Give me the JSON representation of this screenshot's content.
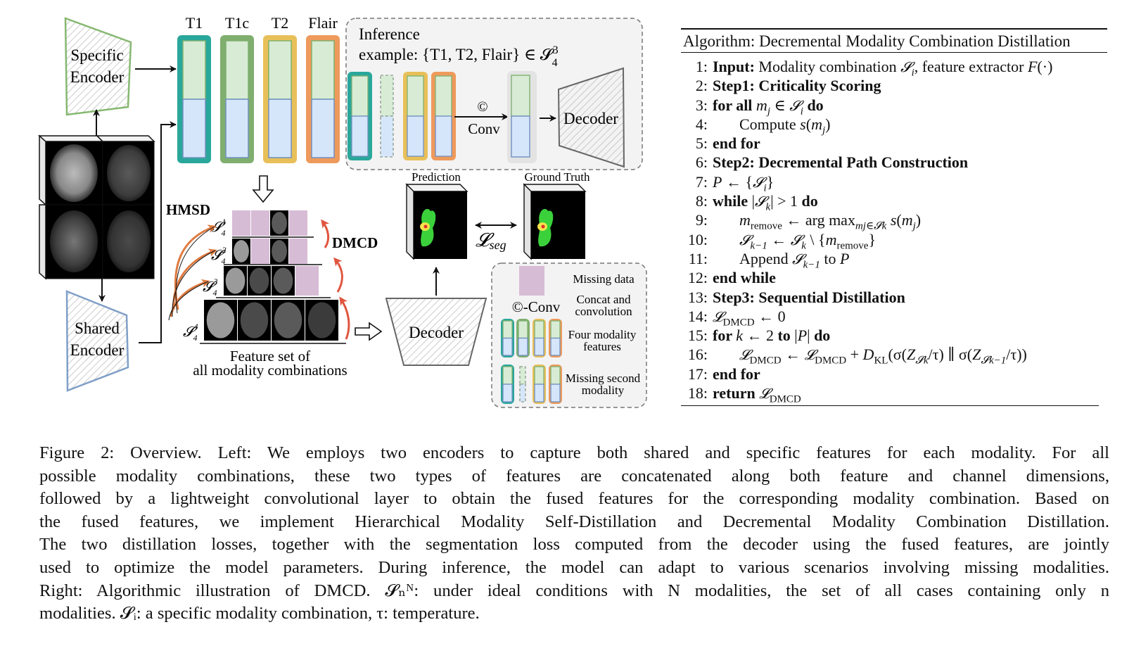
{
  "figure": {
    "encoders": {
      "specific_label_line1": "Specific",
      "specific_label_line2": "Encoder",
      "shared_label_line1": "Shared",
      "shared_label_line2": "Encoder"
    },
    "modalities": [
      "T1",
      "T1c",
      "T2",
      "Flair"
    ],
    "modality_colors": {
      "T1": "#2aa79b",
      "T1c": "#7fae6e",
      "T2": "#e8c05a",
      "Flair": "#ee9a5c"
    },
    "feature_colors": {
      "specific": "#d8ecd5",
      "shared": "#d6e6fa",
      "specific_border": "#7fb070",
      "shared_border": "#7090c0",
      "missing": "#d7bcd6"
    },
    "inference": {
      "line1": "Inference",
      "line2": "example: {T1, T2, Flair} ∈ 𝓢",
      "set_sup": "3",
      "set_sub": "4",
      "conv_symbol": "©",
      "conv_label": "Conv",
      "decoder_label": "Decoder"
    },
    "hmsd_label": "HMSD",
    "dmcd_label": "DMCD",
    "pyramid_levels": [
      {
        "set": "𝓢",
        "sup": "1",
        "sub": "4",
        "present": [
          false,
          false,
          true,
          false
        ]
      },
      {
        "set": "𝓢",
        "sup": "2",
        "sub": "4",
        "present": [
          true,
          false,
          true,
          false
        ]
      },
      {
        "set": "𝓢",
        "sup": "3",
        "sub": "4",
        "present": [
          true,
          true,
          true,
          false
        ]
      },
      {
        "set": "𝓢",
        "sup": "4",
        "sub": "4",
        "present": [
          true,
          true,
          true,
          true
        ]
      }
    ],
    "feature_set_line1": "Feature set of",
    "feature_set_line2": "all modality combinations",
    "decoder_label": "Decoder",
    "prediction_label": "Prediction",
    "ground_truth_label": "Ground Truth",
    "loss_label": "𝓛",
    "loss_sub": "seg",
    "legend": {
      "missing_data": "Missing data",
      "conv_symbol": "©-Conv",
      "concat_line1": "Concat and",
      "concat_line2": "convolution",
      "four_line1": "Four modality",
      "four_line2": "features",
      "missing_second_line1": "Missing second",
      "missing_second_line2": "modality"
    }
  },
  "algorithm": {
    "title": "Algorithm: Decremental Modality Combination Distillation",
    "lines": [
      {
        "num": "1:",
        "indent": 0,
        "parts": [
          {
            "t": "Input:",
            "s": "kw"
          },
          {
            "t": " Modality combination ",
            "s": ""
          },
          {
            "t": "𝓢",
            "s": "cal"
          },
          {
            "t": "i",
            "s": "sub-m"
          },
          {
            "t": ", feature extractor ",
            "s": ""
          },
          {
            "t": "F",
            "s": "m"
          },
          {
            "t": "(·)",
            "s": ""
          }
        ]
      },
      {
        "num": "2:",
        "indent": 0,
        "parts": [
          {
            "t": "Step1: Criticality Scoring",
            "s": "kw"
          }
        ]
      },
      {
        "num": "3:",
        "indent": 0,
        "parts": [
          {
            "t": "for all ",
            "s": "kw"
          },
          {
            "t": "m",
            "s": "m"
          },
          {
            "t": "j",
            "s": "sub-m"
          },
          {
            "t": " ∈ ",
            "s": ""
          },
          {
            "t": "𝓢",
            "s": "cal"
          },
          {
            "t": "i",
            "s": "sub-m"
          },
          {
            "t": " do",
            "s": "kw"
          }
        ]
      },
      {
        "num": "4:",
        "indent": 1,
        "parts": [
          {
            "t": "Compute ",
            "s": ""
          },
          {
            "t": "s",
            "s": "m"
          },
          {
            "t": "(",
            "s": ""
          },
          {
            "t": "m",
            "s": "m"
          },
          {
            "t": "j",
            "s": "sub-m"
          },
          {
            "t": ")",
            "s": ""
          }
        ]
      },
      {
        "num": "5:",
        "indent": 0,
        "parts": [
          {
            "t": "end for",
            "s": "kw"
          }
        ]
      },
      {
        "num": "6:",
        "indent": 0,
        "parts": [
          {
            "t": "Step2: Decremental Path Construction",
            "s": "kw"
          }
        ]
      },
      {
        "num": "7:",
        "indent": 0,
        "parts": [
          {
            "t": "P",
            "s": "m"
          },
          {
            "t": " ← {",
            "s": ""
          },
          {
            "t": "𝓢",
            "s": "cal"
          },
          {
            "t": "i",
            "s": "sub-m"
          },
          {
            "t": "}",
            "s": ""
          }
        ]
      },
      {
        "num": "8:",
        "indent": 0,
        "parts": [
          {
            "t": "while ",
            "s": "kw"
          },
          {
            "t": "|",
            "s": ""
          },
          {
            "t": "𝓢",
            "s": "cal"
          },
          {
            "t": "k",
            "s": "sub-m"
          },
          {
            "t": "| > 1 ",
            "s": ""
          },
          {
            "t": "do",
            "s": "kw"
          }
        ]
      },
      {
        "num": "9:",
        "indent": 1,
        "parts": [
          {
            "t": "m",
            "s": "m"
          },
          {
            "t": "remove",
            "s": "sub"
          },
          {
            "t": " ← arg max",
            "s": ""
          },
          {
            "t": "m_j∈𝓢_k",
            "s": "sub-m"
          },
          {
            "t": " ",
            "s": ""
          },
          {
            "t": "s",
            "s": "m"
          },
          {
            "t": "(",
            "s": ""
          },
          {
            "t": "m",
            "s": "m"
          },
          {
            "t": "j",
            "s": "sub-m"
          },
          {
            "t": ")",
            "s": ""
          }
        ]
      },
      {
        "num": "10:",
        "indent": 1,
        "parts": [
          {
            "t": "𝓢",
            "s": "cal"
          },
          {
            "t": "k−1",
            "s": "sub-m"
          },
          {
            "t": " ← ",
            "s": ""
          },
          {
            "t": "𝓢",
            "s": "cal"
          },
          {
            "t": "k",
            "s": "sub-m"
          },
          {
            "t": " \\ {",
            "s": ""
          },
          {
            "t": "m",
            "s": "m"
          },
          {
            "t": "remove",
            "s": "sub"
          },
          {
            "t": "}",
            "s": ""
          }
        ]
      },
      {
        "num": "11:",
        "indent": 1,
        "parts": [
          {
            "t": "Append ",
            "s": ""
          },
          {
            "t": "𝓢",
            "s": "cal"
          },
          {
            "t": "k−1",
            "s": "sub-m"
          },
          {
            "t": " to ",
            "s": ""
          },
          {
            "t": "P",
            "s": "m"
          }
        ]
      },
      {
        "num": "12:",
        "indent": 0,
        "parts": [
          {
            "t": "end while",
            "s": "kw"
          }
        ]
      },
      {
        "num": "13:",
        "indent": 0,
        "parts": [
          {
            "t": "Step3: Sequential Distillation",
            "s": "kw"
          }
        ]
      },
      {
        "num": "14:",
        "indent": 0,
        "parts": [
          {
            "t": "𝓛",
            "s": "cal"
          },
          {
            "t": "DMCD",
            "s": "sub"
          },
          {
            "t": " ← 0",
            "s": ""
          }
        ]
      },
      {
        "num": "15:",
        "indent": 0,
        "parts": [
          {
            "t": "for ",
            "s": "kw"
          },
          {
            "t": "k",
            "s": "m"
          },
          {
            "t": " ← 2 ",
            "s": ""
          },
          {
            "t": "to",
            "s": "kw"
          },
          {
            "t": " |",
            "s": ""
          },
          {
            "t": "P",
            "s": "m"
          },
          {
            "t": "| ",
            "s": ""
          },
          {
            "t": "do",
            "s": "kw"
          }
        ]
      },
      {
        "num": "16:",
        "indent": 1,
        "parts": [
          {
            "t": "𝓛",
            "s": "cal"
          },
          {
            "t": "DMCD",
            "s": "sub"
          },
          {
            "t": " ← ",
            "s": ""
          },
          {
            "t": "𝓛",
            "s": "cal"
          },
          {
            "t": "DMCD",
            "s": "sub"
          },
          {
            "t": " + ",
            "s": ""
          },
          {
            "t": "D",
            "s": "m"
          },
          {
            "t": "KL",
            "s": "sub"
          },
          {
            "t": "(σ(",
            "s": ""
          },
          {
            "t": "Z",
            "s": "m"
          },
          {
            "t": "𝓢_k",
            "s": "sub-m"
          },
          {
            "t": "/τ) ∥ σ(",
            "s": ""
          },
          {
            "t": "Z",
            "s": "m"
          },
          {
            "t": "𝓢_k−1",
            "s": "sub-m"
          },
          {
            "t": "/τ))",
            "s": ""
          }
        ]
      },
      {
        "num": "17:",
        "indent": 0,
        "parts": [
          {
            "t": "end for",
            "s": "kw"
          }
        ]
      },
      {
        "num": "18:",
        "indent": 0,
        "parts": [
          {
            "t": "return ",
            "s": "kw"
          },
          {
            "t": "𝓛",
            "s": "cal"
          },
          {
            "t": "DMCD",
            "s": "sub"
          }
        ]
      }
    ]
  },
  "caption": {
    "lines": [
      "Figure 2: Overview. Left: We employs two encoders to capture both shared and specific features for each modality. For all",
      "possible modality combinations, these two types of features are concatenated along both feature and channel dimensions,",
      "followed by a lightweight convolutional layer to obtain the fused features for the corresponding modality combination. Based on",
      "the fused features, we implement Hierarchical Modality Self-Distillation and Decremental Modality Combination Distillation.",
      "The two distillation losses, together with the segmentation loss computed from the decoder using the fused features, are jointly",
      "used to optimize the model parameters. During inference, the model can adapt to various scenarios involving missing modalities.",
      "Right: Algorithmic illustration of DMCD. 𝓢ₙᴺ: under ideal conditions with N modalities, the set of all cases containing only n",
      "modalities. 𝓢ᵢ: a specific modality combination, τ: temperature."
    ]
  }
}
